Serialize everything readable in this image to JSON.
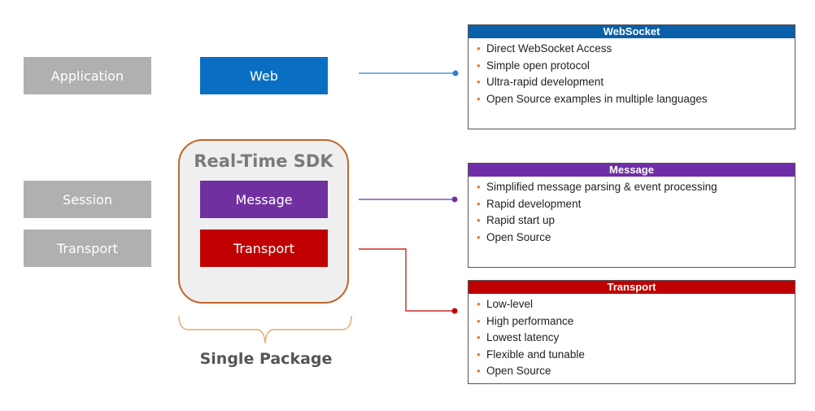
{
  "layers": {
    "application": "Application",
    "session": "Session",
    "transport": "Transport"
  },
  "sdk": {
    "title": "Real-Time SDK",
    "web": "Web",
    "message": "Message",
    "transport": "Transport",
    "package_label": "Single Package"
  },
  "panels": [
    {
      "title": "WebSocket",
      "color": "#0a60a8",
      "items": [
        "Direct WebSocket Access",
        "Simple open protocol",
        "Ultra-rapid development",
        "Open Source examples in multiple languages"
      ]
    },
    {
      "title": "Message",
      "color": "#6f2da8",
      "items": [
        "Simplified message parsing & event processing",
        "Rapid development",
        "Rapid start up",
        "Open Source"
      ]
    },
    {
      "title": "Transport",
      "color": "#c00000",
      "items": [
        "Low-level",
        "High performance",
        "Lowest latency",
        "Flexible and tunable",
        "Open Source"
      ]
    }
  ],
  "colors": {
    "web": "#0a6fc2",
    "message": "#7030a0",
    "transport": "#c00000",
    "layer_gray": "#b0b0b0",
    "sdk_border": "#c0672a",
    "bracket": "#e8a96a"
  }
}
